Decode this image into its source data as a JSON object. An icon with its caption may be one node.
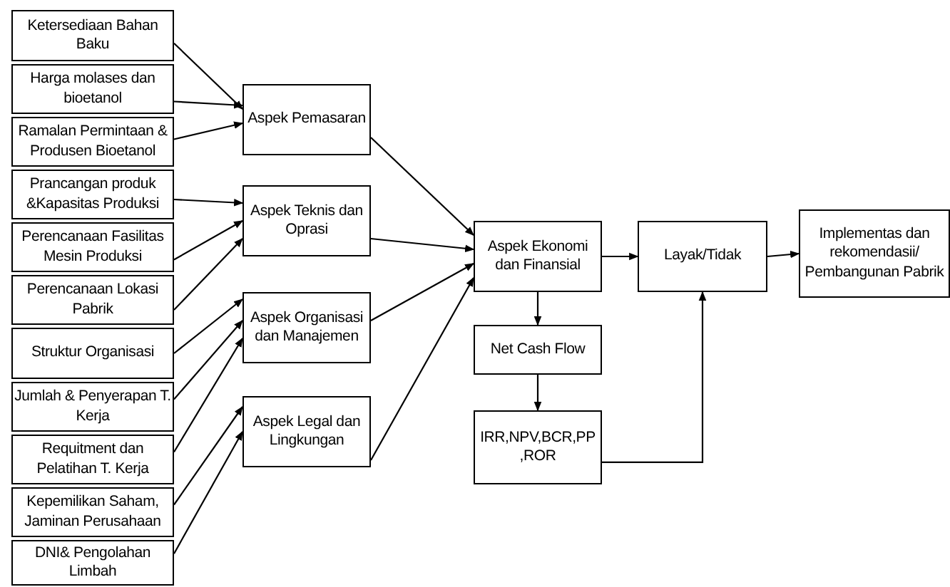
{
  "diagram": {
    "nodes": [
      {
        "text": [
          "Ketersediaan Bahan Baku"
        ]
      },
      {
        "text": [
          "Harga molases dan bioetanol"
        ]
      },
      {
        "text": [
          "Ramalan Permintaan & Produsen Bioetanol"
        ]
      },
      {
        "text": [
          "Prancangan produk &Kapasitas Produksi"
        ]
      },
      {
        "text": [
          "Perencanaan Fasilitas Mesin Produksi"
        ]
      },
      {
        "text": [
          "Perencanaan Lokasi Pabrik"
        ]
      },
      {
        "text": [
          "Struktur Organisasi"
        ]
      },
      {
        "text": [
          "Jumlah & Penyerapan T. Kerja"
        ]
      },
      {
        "text": [
          "Requitment dan Pelatihan T. Kerja"
        ]
      },
      {
        "text": [
          "Kepemilikan Saham, Jaminan Perusahaan"
        ]
      },
      {
        "text": [
          "DNI& Pengolahan Limbah"
        ]
      },
      {
        "text": [
          "Aspek Pemasaran"
        ]
      },
      {
        "text": [
          "Aspek Teknis dan Oprasi"
        ]
      },
      {
        "text": [
          "Aspek Organisasi dan Manajemen"
        ]
      },
      {
        "text": [
          "Aspek Legal dan Lingkungan"
        ]
      },
      {
        "text": [
          "Aspek Ekonomi dan Finansial"
        ]
      },
      {
        "text": [
          "Net Cash Flow"
        ]
      },
      {
        "text": [
          "IRR,NPV,BCR,PP ,ROR"
        ]
      },
      {
        "text": [
          "Layak/Tidak"
        ]
      },
      {
        "text": [
          "Implementas dan rekomendasii/ Pembangunan Pabrik"
        ]
      }
    ],
    "edges": [
      {
        "from": 0,
        "to": 11,
        "arrow": "to"
      },
      {
        "from": 1,
        "to": 11,
        "arrow": "to"
      },
      {
        "from": 2,
        "to": 11,
        "arrow": "to"
      },
      {
        "from": 3,
        "to": 12,
        "arrow": "to"
      },
      {
        "from": 4,
        "to": 12,
        "arrow": "to"
      },
      {
        "from": 5,
        "to": 12,
        "arrow": "to"
      },
      {
        "from": 6,
        "to": 13,
        "arrow": "to"
      },
      {
        "from": 7,
        "to": 13,
        "arrow": "to"
      },
      {
        "from": 8,
        "to": 13,
        "arrow": "to"
      },
      {
        "from": 9,
        "to": 14,
        "arrow": "to"
      },
      {
        "from": 10,
        "to": 14,
        "arrow": "to"
      },
      {
        "from": 11,
        "to": 15,
        "arrow": "to"
      },
      {
        "from": 12,
        "to": 15,
        "arrow": "to"
      },
      {
        "from": 13,
        "to": 15,
        "arrow": "to"
      },
      {
        "from": 14,
        "to": 15,
        "arrow": "to"
      },
      {
        "from": 15,
        "to": 16,
        "arrow": "to"
      },
      {
        "from": 16,
        "to": 17,
        "arrow": "to"
      },
      {
        "from": 17,
        "to": 18,
        "arrow": "to"
      },
      {
        "from": 15,
        "to": 18,
        "arrow": "to"
      },
      {
        "from": 18,
        "to": 19,
        "arrow": "to"
      }
    ]
  }
}
